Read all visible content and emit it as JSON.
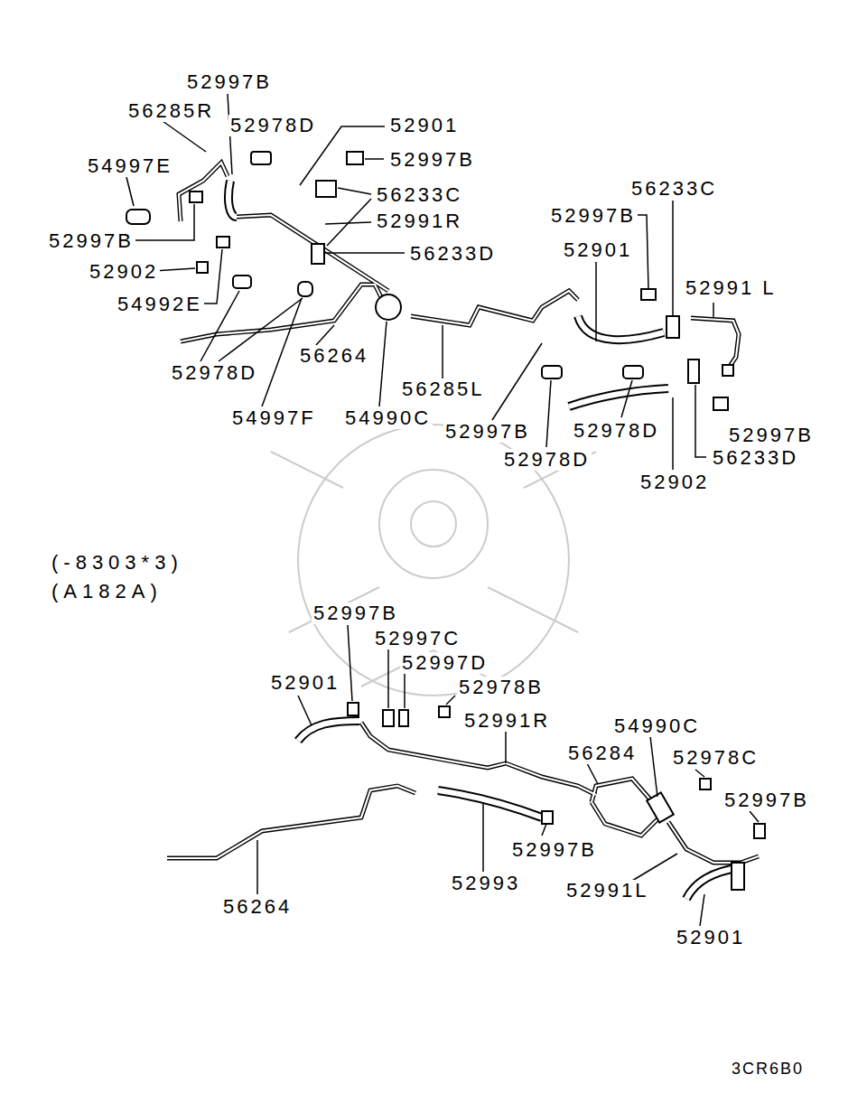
{
  "diagram": {
    "labels": [
      "52997B",
      "56285R",
      "52978D",
      "52901",
      "52997B",
      "54997E",
      "56233C",
      "56233C",
      "52997B",
      "52991R",
      "52997B",
      "52901",
      "56233D",
      "52902",
      "52991 L",
      "54992E",
      "56264",
      "52978D",
      "56285L",
      "54997F",
      "54990C",
      "52978D",
      "52997B",
      "52997B",
      "52978D",
      "56233D",
      "52902",
      "(-8303*3)",
      "(A182A)",
      "52997B",
      "52997C",
      "52997D",
      "52901",
      "52978B",
      "54990C",
      "52991R",
      "56284",
      "52978C",
      "52997B",
      "52997B",
      "52993",
      "52991L",
      "56264",
      "52901",
      "3CR6B0"
    ]
  }
}
